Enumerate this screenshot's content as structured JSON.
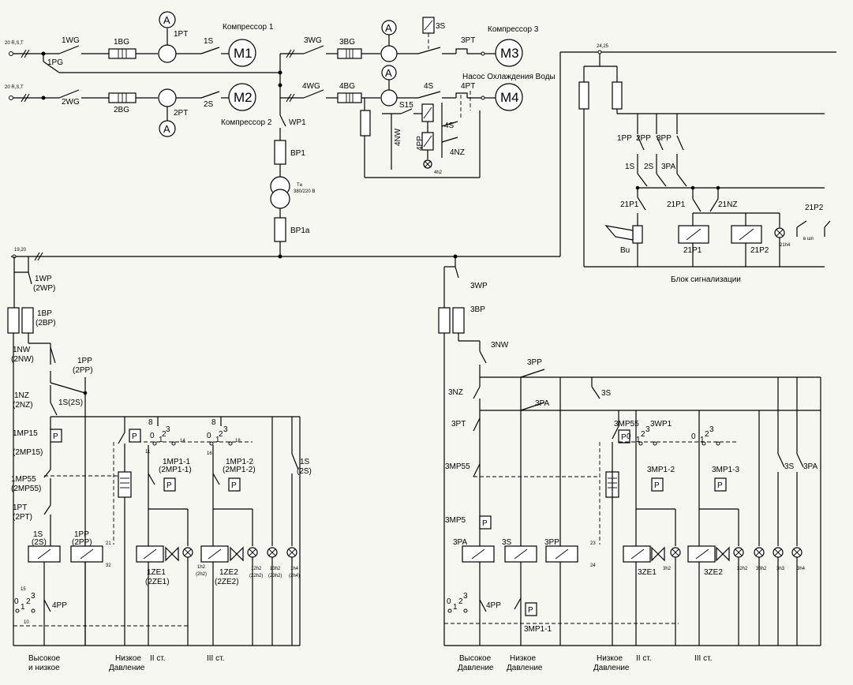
{
  "motors": [
    {
      "id": "M1",
      "name": "Компрессор 1"
    },
    {
      "id": "M2",
      "name": "Компрессор 2"
    },
    {
      "id": "M3",
      "name": "Компрессор 3"
    },
    {
      "id": "M4",
      "name": "Насос Охлаждения Воды"
    }
  ],
  "supply": {
    "in1": "20 R,S,T",
    "in2": "20 R,S,T",
    "bus1": "19,20",
    "bus2": "24,25"
  },
  "power_labels": {
    "wg1": "1WG",
    "bg1": "1BG",
    "pt1": "1PT",
    "s1": "1S",
    "pg1": "1PG",
    "wg2": "2WG",
    "bg2": "2BG",
    "pt2": "2PT",
    "s2": "2S",
    "wg3": "3WG",
    "bg3": "3BG",
    "pt3": "3PT",
    "s3": "3S",
    "wg4": "4WG",
    "bg4": "4BG",
    "pt4": "4PT",
    "s4": "4S",
    "s15": "S15",
    "nw4": "4NW",
    "pp4": "4PP",
    "nz4": "4NZ",
    "s4b": "4S",
    "h4": "4h2",
    "a": "A"
  },
  "transformer": {
    "wp1": "WP1",
    "bp1": "BP1",
    "bp1a": "BP1a",
    "tn": "Тн",
    "tn_rating": "380/220 В"
  },
  "alarm": {
    "title": "Блок сигнализации",
    "pp1": "1PP",
    "pp2": "2PP",
    "pp3": "3PP",
    "s1": "1S",
    "s2": "2S",
    "pa3": "3PA",
    "p21_1a": "21P1",
    "p21_1b": "21P1",
    "nz21": "21NZ",
    "p21_2": "21P2",
    "bu": "Bu",
    "coil1": "21P1",
    "coil2": "21P2",
    "lamp": "21h4",
    "note": "в шп"
  },
  "left_panel": {
    "wp": "1WP",
    "wp_b": "(2WP)",
    "bp": "1BP",
    "bp_b": "(2BP)",
    "nw": "1NW",
    "nw_b": "(2NW)",
    "pp_top": "1PP",
    "pp_top_b": "(2PP)",
    "nz": "1NZ",
    "nz_b": "(2NZ)",
    "s_mid": "1S(2S)",
    "mp15": "1MP15",
    "mp15_b": "(2MP15)",
    "mp55": "1MP55",
    "mp55_b": "(2MP55)",
    "pt": "1PT",
    "pt_b": "(2PT)",
    "coil_s": "1S",
    "coil_s_b": "(2S)",
    "coil_pp": "1PP",
    "coil_pp_b": "(2PP)",
    "pp4": "4PP",
    "p": "P",
    "n8a": "8",
    "n8b": "8",
    "s1r": "1S",
    "s1r_b": "(2S)",
    "mp11": "1MP1-1",
    "mp11_b": "(2MP1-1)",
    "mp12": "1MP1-2",
    "mp12_b": "(2MP1-2)",
    "ze1": "1ZE1",
    "ze1_b": "(2ZE1)",
    "ze2": "1ZE2",
    "ze2_b": "(2ZE2)",
    "h2": "1h2",
    "h2_b": "(2h2)",
    "h12": "12h2",
    "h12_b": "(22h2)",
    "h13": "13h2",
    "h13_b": "(23h2)",
    "h4": "1h4",
    "h4_b": "(2h4)",
    "n21": "21",
    "n32": "32",
    "n15": "15",
    "n10": "10",
    "n11": "11",
    "n14": "14",
    "n16": "16",
    "n18": "18",
    "sel": [
      "0",
      "1",
      "2",
      "3"
    ],
    "bot1": "Высокое",
    "bot1b": "и низкое",
    "bot2": "Низкое",
    "bot2b": "Давление",
    "bot3": "II ст.",
    "bot4": "III ст."
  },
  "right_panel": {
    "wp": "3WP",
    "bp": "3BP",
    "nw": "3NW",
    "pp_top": "3PP",
    "nz": "3NZ",
    "pa_top": "3PA",
    "s_top": "3S",
    "pt": "3PT",
    "mp55": "3MP55",
    "mp55b": "3MP55",
    "mp5": "3MP5",
    "wp1": "3WP1",
    "p": "P",
    "mp12": "3MP1-2",
    "mp13": "3MP1-3",
    "mp11": "3MP1-1",
    "coil_pa": "3PA",
    "coil_s": "3S",
    "coil_pp": "3PP",
    "ze1": "3ZE1",
    "ze2": "3ZE2",
    "h2": "3h2",
    "h32": "32h2",
    "h33": "33h2",
    "h3": "3h3",
    "h4": "3h4",
    "pp4": "4PP",
    "s3": "3S",
    "pa3": "3PA",
    "n23": "23",
    "n24": "24",
    "sel": [
      "0",
      "1",
      "2",
      "3"
    ],
    "bot1": "Высокое",
    "bot1b": "Давление",
    "bot2": "Низкое",
    "bot2b": "Давление",
    "bot3": "Низкое",
    "bot3b": "Давление",
    "bot4": "II ст.",
    "bot5": "III ст."
  }
}
